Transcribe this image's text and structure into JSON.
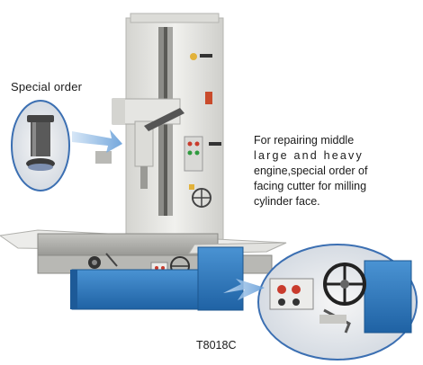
{
  "special_order_label": "Special order",
  "description": [
    "For repairing middle",
    "large and heavy",
    "engine,special order of",
    "facing cutter for milling",
    "cylinder face."
  ],
  "model": "T8018C",
  "colors": {
    "column": "#e9e9e6",
    "base_blue": "#2f7fc4",
    "table_gray": "#9a9a96",
    "inset_border": "#3b6fb2",
    "arrow_blue": "#6fa7dc"
  }
}
